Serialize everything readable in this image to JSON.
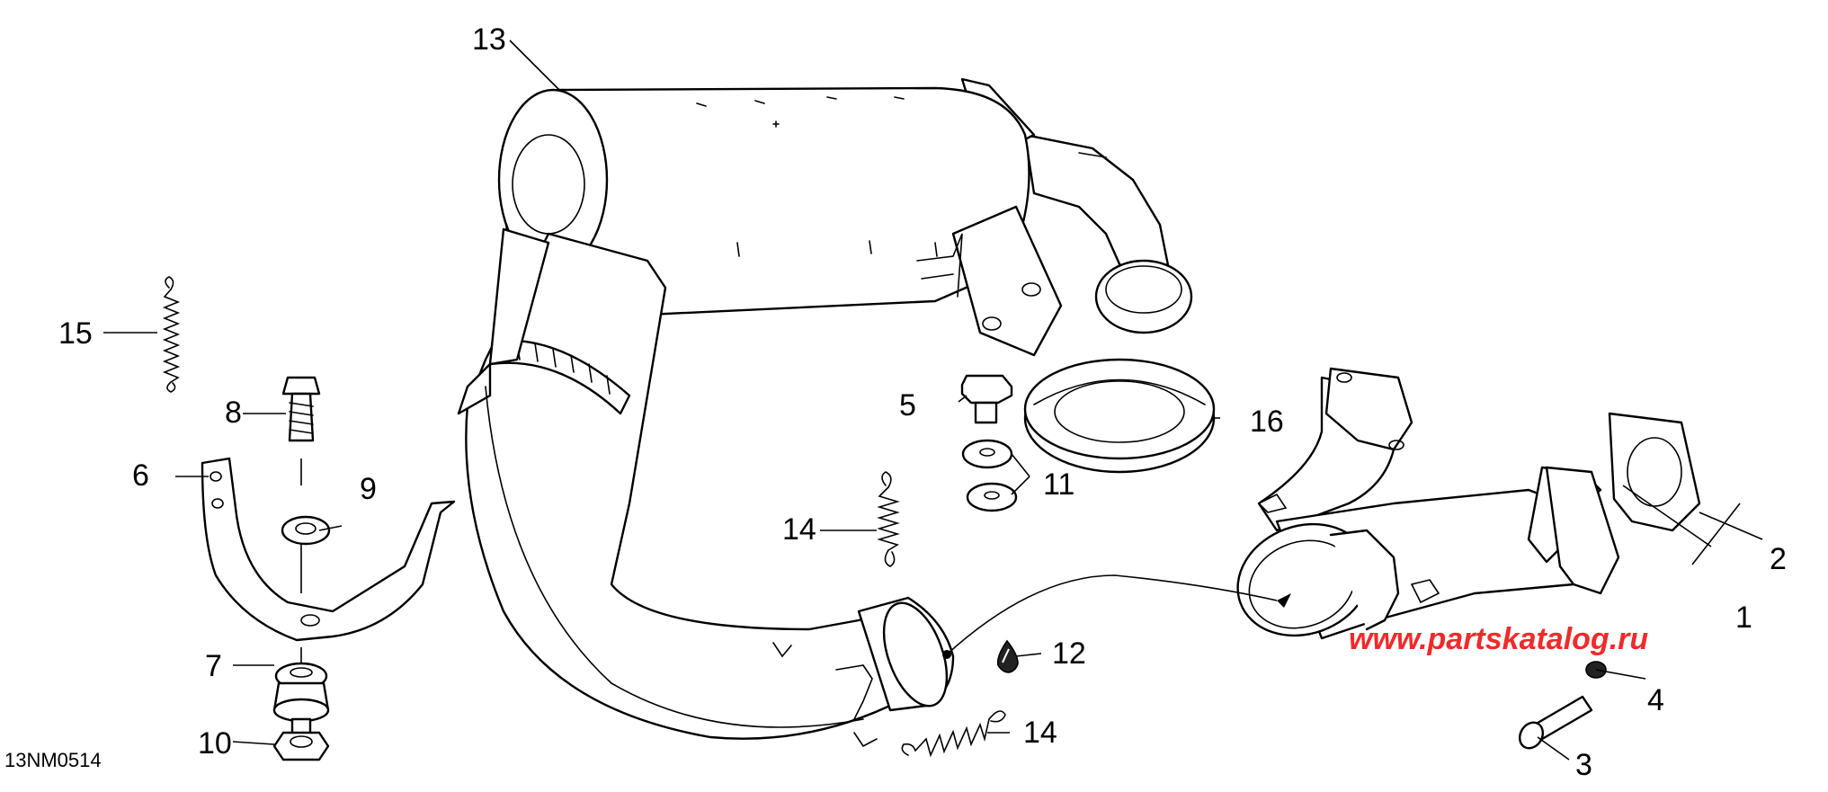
{
  "diagram_code": "13NM0514",
  "watermark": "www.partskatalog.ru",
  "callouts": [
    {
      "id": "c1",
      "label": "1"
    },
    {
      "id": "c2",
      "label": "2"
    },
    {
      "id": "c3",
      "label": "3"
    },
    {
      "id": "c4",
      "label": "4"
    },
    {
      "id": "c5",
      "label": "5"
    },
    {
      "id": "c6",
      "label": "6"
    },
    {
      "id": "c7",
      "label": "7"
    },
    {
      "id": "c8",
      "label": "8"
    },
    {
      "id": "c9",
      "label": "9"
    },
    {
      "id": "c10",
      "label": "10"
    },
    {
      "id": "c11",
      "label": "11"
    },
    {
      "id": "c12",
      "label": "12"
    },
    {
      "id": "c13",
      "label": "13"
    },
    {
      "id": "c14a",
      "label": "14"
    },
    {
      "id": "c14b",
      "label": "14"
    },
    {
      "id": "c15",
      "label": "15"
    },
    {
      "id": "c16",
      "label": "16"
    }
  ],
  "colors": {
    "line": "#000000",
    "watermark": "#ef2b2b",
    "background": "#ffffff"
  }
}
